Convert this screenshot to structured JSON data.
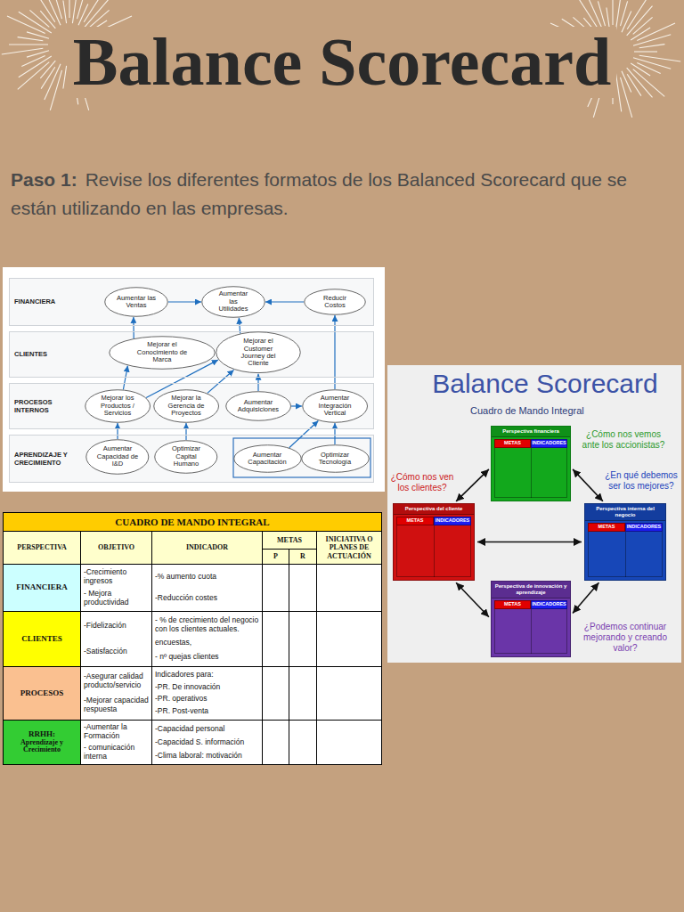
{
  "diagram": {
    "title": "Balance Scorecard",
    "nodes": [
      {
        "text": [
          "FINANCIERA"
        ]
      },
      {
        "text": [
          "Aumentar las Ventas"
        ],
        "in": 0
      },
      {
        "text": [
          "Aumentar las Utilidades"
        ],
        "in": 0
      },
      {
        "text": [
          "Reducir Costos"
        ],
        "in": 0
      },
      {
        "text": [
          "CLIENTES"
        ]
      },
      {
        "text": [
          "Mejorar el Conocimiento de Marca"
        ],
        "in": 4
      },
      {
        "text": [
          "Mejorar el Customer Journey del Cliente"
        ],
        "in": 4
      },
      {
        "text": [
          "PROCESOS INTERNOS"
        ]
      },
      {
        "text": [
          "Mejorar los Productos / Servicios"
        ],
        "in": 7
      },
      {
        "text": [
          "Mejorar la Gerencia de Proyectos"
        ],
        "in": 7
      },
      {
        "text": [
          "Aumentar Adquisiciones"
        ],
        "in": 7
      },
      {
        "text": [
          "Aumentar Integración Vertical"
        ],
        "in": 7
      },
      {
        "text": [
          "APRENDIZAJE Y CRECIMIENTO"
        ]
      },
      {
        "text": [
          "Aumentar Capacidad de I&D"
        ],
        "in": 12
      },
      {
        "text": [
          "Optimizar Capital Humano"
        ],
        "in": 12
      },
      {
        "text": [
          "Aumentar Capacitación"
        ],
        "in": 12
      },
      {
        "text": [
          "Optimizar Tecnología"
        ],
        "in": 12
      },
      {
        "text": [
          "Perspectiva financiera"
        ]
      },
      {
        "text": [
          "METAS"
        ],
        "in": 17
      },
      {
        "text": [
          "INDICADORES"
        ],
        "in": 17
      },
      {
        "text": [
          "Perspectiva del cliente"
        ]
      },
      {
        "text": [
          "METAS"
        ],
        "in": 20
      },
      {
        "text": [
          "INDICADORES"
        ],
        "in": 20
      },
      {
        "text": [
          "Perspectiva interna del negocio"
        ]
      },
      {
        "text": [
          "METAS"
        ],
        "in": 23
      },
      {
        "text": [
          "INDICADORES"
        ],
        "in": 23
      },
      {
        "text": [
          "Perspectiva de innovación y aprendizaje"
        ]
      },
      {
        "text": [
          "METAS"
        ],
        "in": 26
      },
      {
        "text": [
          "INDICADORES"
        ],
        "in": 26
      }
    ],
    "edges": [
      {
        "from": 1,
        "to": 2,
        "arrow": "to"
      },
      {
        "from": 3,
        "to": 2,
        "arrow": "to"
      },
      {
        "from": 5,
        "to": 1,
        "arrow": "to"
      },
      {
        "from": 6,
        "to": 2,
        "arrow": "to"
      },
      {
        "from": 8,
        "to": 5,
        "arrow": "to"
      },
      {
        "from": 8,
        "to": 6,
        "arrow": "to"
      },
      {
        "from": 9,
        "to": 6,
        "arrow": "to"
      },
      {
        "from": 10,
        "to": 6,
        "arrow": "to"
      },
      {
        "from": 10,
        "to": 11,
        "arrow": "to"
      },
      {
        "from": 11,
        "to": 3,
        "arrow": "to"
      },
      {
        "from": 13,
        "to": 8,
        "arrow": "to"
      },
      {
        "from": 14,
        "to": 9,
        "arrow": "to"
      },
      {
        "from": 15,
        "to": 11,
        "arrow": "to"
      },
      {
        "from": 16,
        "to": 11,
        "arrow": "to"
      },
      {
        "from": 17,
        "to": 20,
        "arrow": "both"
      },
      {
        "from": 17,
        "to": 23,
        "arrow": "both"
      },
      {
        "from": 20,
        "to": 23,
        "arrow": "both"
      },
      {
        "from": 20,
        "to": 26,
        "arrow": "both"
      },
      {
        "from": 23,
        "to": 26,
        "arrow": "both"
      }
    ],
    "labels": [
      "Paso 1:",
      "Revise los diferentes formatos de los Balanced Scorecard que se están utilizando en las empresas.",
      "CUADRO DE MANDO INTEGRAL",
      "PERSPECTIVA",
      "OBJETIVO",
      "INDICADOR",
      "METAS",
      "P",
      "R",
      "INICIATIVA O PLANES DE ACTUACIÓN",
      "FINANCIERA",
      "-Crecimiento ingresos",
      "- Mejora productividad",
      "-% aumento cuota",
      "-Reducción costes",
      "CLIENTES",
      "-Fidelización",
      "-Satisfacción",
      "- % de crecimiento del negocio con los clientes actuales.",
      "encuestas,",
      "- nº quejas clientes",
      "PROCESOS",
      "-Asegurar calidad producto/servicio",
      "-Mejorar capacidad respuesta",
      "Indicadores para:",
      "-PR. De innovación",
      "-PR. operativos",
      "-PR. Post-venta",
      "RRHH:",
      "Aprendizaje y Crecimiento",
      "-Aumentar la Formación",
      "- comunicación interna",
      "-Capacidad personal",
      "-Capacidad S. información",
      "-Clima laboral: motivación",
      "Balance Scorecard",
      "Cuadro de Mando Integral",
      "¿Cómo nos vemos ante los accionistas?",
      "¿Cómo nos ven los clientes?",
      "¿En qué debemos ser los mejores?",
      "¿Podemos continuar mejorando y creando valor?"
    ]
  }
}
